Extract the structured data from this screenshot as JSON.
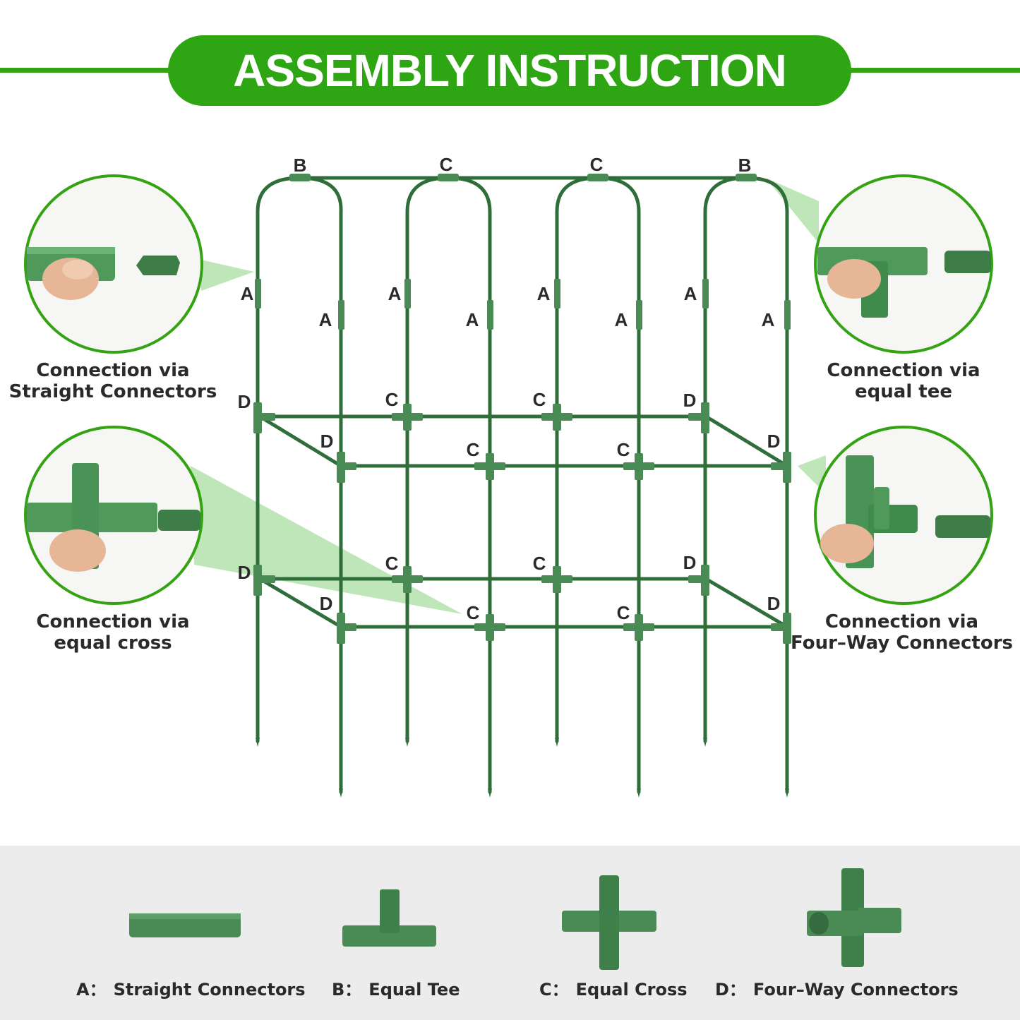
{
  "header": {
    "title": "ASSEMBLY INSTRUCTION"
  },
  "colors": {
    "accent": "#2ea512",
    "frame": "#2f6e3a",
    "connector": "#4a8a55",
    "callout_fill": "#a8dca0",
    "legend_bg": "#ececec"
  },
  "callouts": [
    {
      "id": "straight",
      "line1": "Connection via",
      "line2": "Straight Connectors"
    },
    {
      "id": "tee",
      "line1": "Connection via",
      "line2": "equal tee"
    },
    {
      "id": "cross",
      "line1": "Connection via",
      "line2": "equal cross"
    },
    {
      "id": "fourway",
      "line1": "Connection via",
      "line2": "Four–Way Connectors"
    }
  ],
  "frame_labels": {
    "a": "A",
    "b": "B",
    "c": "C",
    "d": "D"
  },
  "legend": [
    {
      "key": "A：",
      "name": "Straight Connectors",
      "icon": "straight-connector-icon"
    },
    {
      "key": "B：",
      "name": "Equal Tee",
      "icon": "equal-tee-icon"
    },
    {
      "key": "C：",
      "name": "Equal Cross",
      "icon": "equal-cross-icon"
    },
    {
      "key": "D：",
      "name": "Four–Way Connectors",
      "icon": "four-way-connector-icon"
    }
  ]
}
